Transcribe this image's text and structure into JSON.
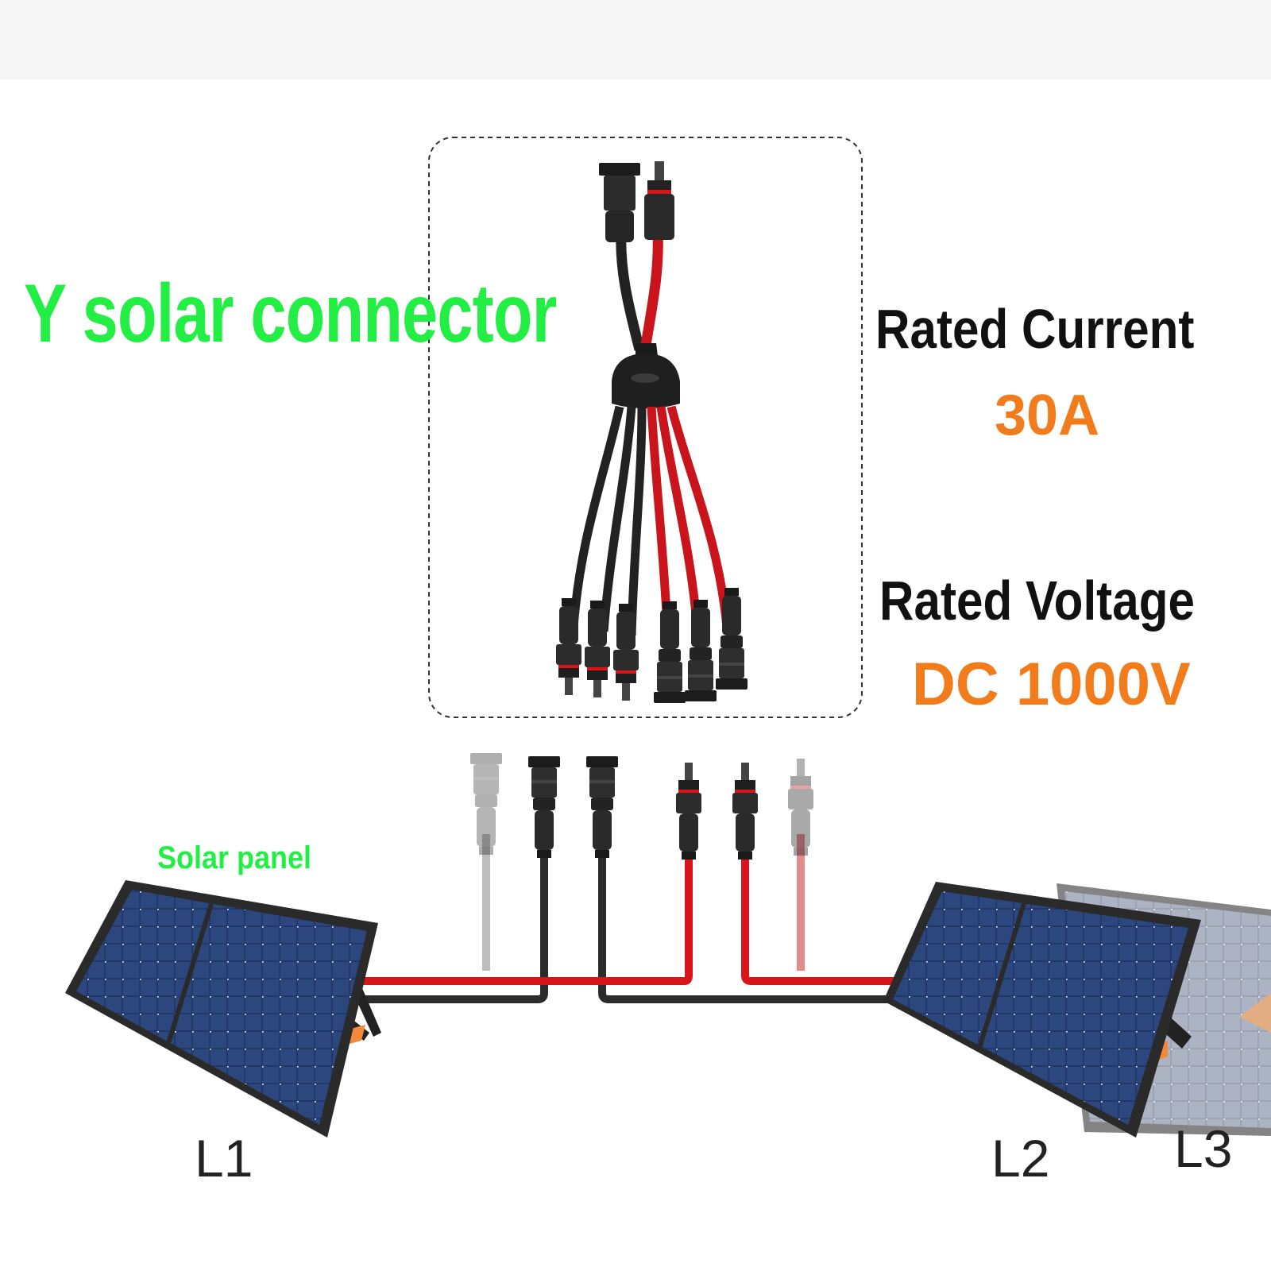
{
  "title": "Y solar connector",
  "specs": {
    "current_label": "Rated Current",
    "current_value": "30A",
    "voltage_label": "Rated Voltage",
    "voltage_value": "DC 1000V"
  },
  "panel_label": "Solar panel",
  "panels": {
    "l1": "L1",
    "l2": "L2",
    "l3": "L3"
  },
  "colors": {
    "title": "#22ee44",
    "value": "#f27c1c",
    "wire_red": "#d9151b",
    "wire_black": "#2b2b2b",
    "panel_cell": "#233a6b",
    "panel_frame": "#2a2a2a"
  },
  "icons": {
    "cable": "y-branch-cable-icon",
    "panel": "foldable-solar-panel-icon",
    "connector": "mc4-connector-icon"
  }
}
